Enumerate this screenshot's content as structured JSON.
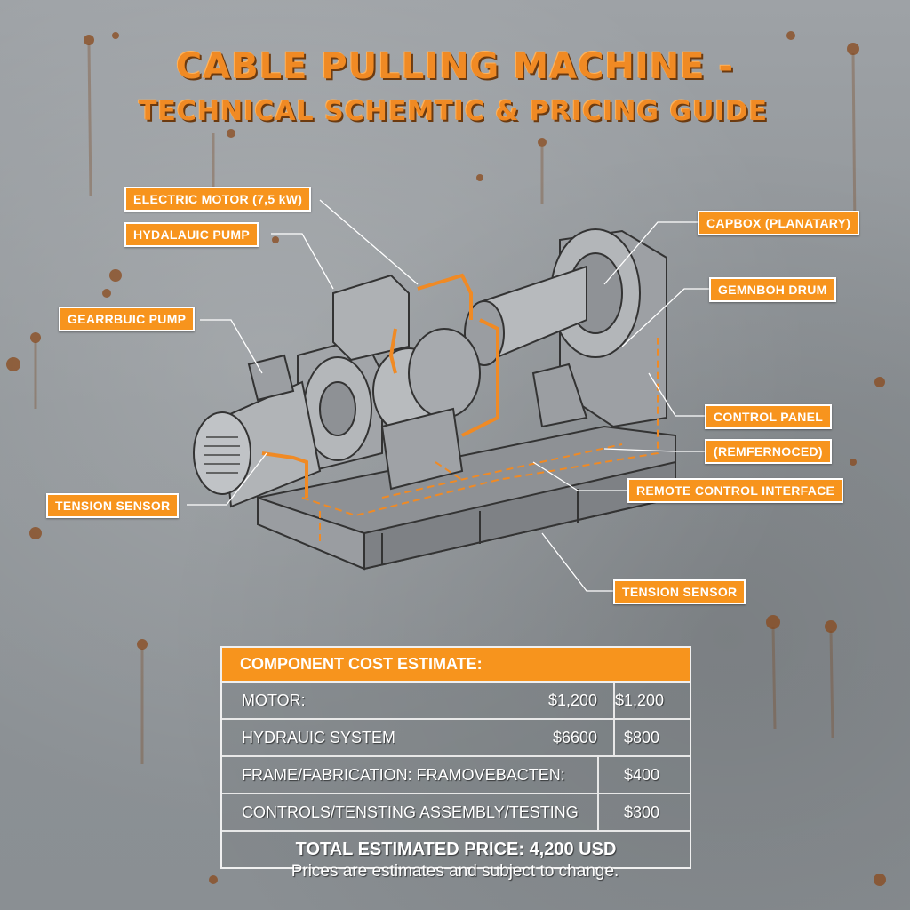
{
  "title": {
    "line1": "CABLE PULLING MACHINE -",
    "line2": "TECHNICAL SCHEMTIC & PRICING GUIDE"
  },
  "labels": {
    "electric_motor": "ELECTRIC MOTOR (7,5 kW)",
    "hydraulic_pump": "HYDALAUIC PUMP",
    "gearbox_pump": "GEARRBUIC PUMP",
    "tension_sensor_left": "TENSION SENSOR",
    "capbox": "CAPBOX (PLANATARY)",
    "drum": "GEMNBOH DRUM",
    "control_panel": "CONTROL PANEL",
    "reinforced": "(REMFERNOCED)",
    "remote_control": "REMOTE CONTROL INTERFACE",
    "tension_sensor_right": "TENSION SENSOR"
  },
  "cost_table": {
    "heading": "COMPONENT COST ESTIMATE:",
    "rows": [
      {
        "item": "MOTOR:",
        "price_a": "$1,200",
        "price_b": "$1,200"
      },
      {
        "item": "HYDRAUIC SYSTEM",
        "price_a": "$6600",
        "price_b": "$800"
      },
      {
        "item": "FRAME/FABRICATION:  FRAMOVEBACTEN:",
        "price_a": "",
        "price_b": "$400"
      },
      {
        "item": "CONTROLS/TENSTING  ASSEMBLY/TESTING",
        "price_a": "",
        "price_b": "$300"
      }
    ],
    "total": "TOTAL ESTIMATED PRICE:  4,200 USD"
  },
  "footnote": "Prices are estimates and subject to change.",
  "colors": {
    "accent": "#f7941d",
    "title": "#f08a24",
    "background": "#8d9296"
  }
}
